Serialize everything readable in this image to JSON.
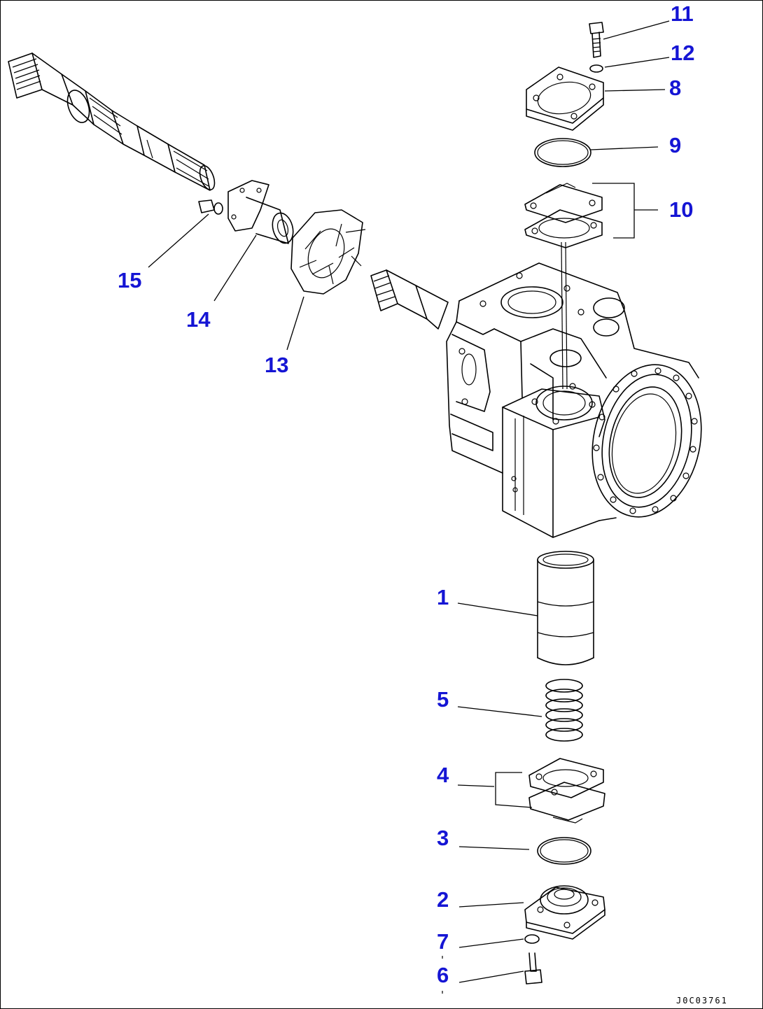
{
  "drawing_number": "J0C03761",
  "callouts": [
    {
      "id": "1",
      "label": "1"
    },
    {
      "id": "2",
      "label": "2"
    },
    {
      "id": "3",
      "label": "3"
    },
    {
      "id": "4",
      "label": "4"
    },
    {
      "id": "5",
      "label": "5"
    },
    {
      "id": "6",
      "label": "6"
    },
    {
      "id": "7",
      "label": "7"
    },
    {
      "id": "8",
      "label": "8"
    },
    {
      "id": "9",
      "label": "9"
    },
    {
      "id": "10",
      "label": "10"
    },
    {
      "id": "11",
      "label": "11"
    },
    {
      "id": "12",
      "label": "12"
    },
    {
      "id": "13",
      "label": "13"
    },
    {
      "id": "14",
      "label": "14"
    },
    {
      "id": "15",
      "label": "15"
    }
  ],
  "colors": {
    "callout": "#1515d4",
    "line": "#000000",
    "background": "#ffffff"
  }
}
